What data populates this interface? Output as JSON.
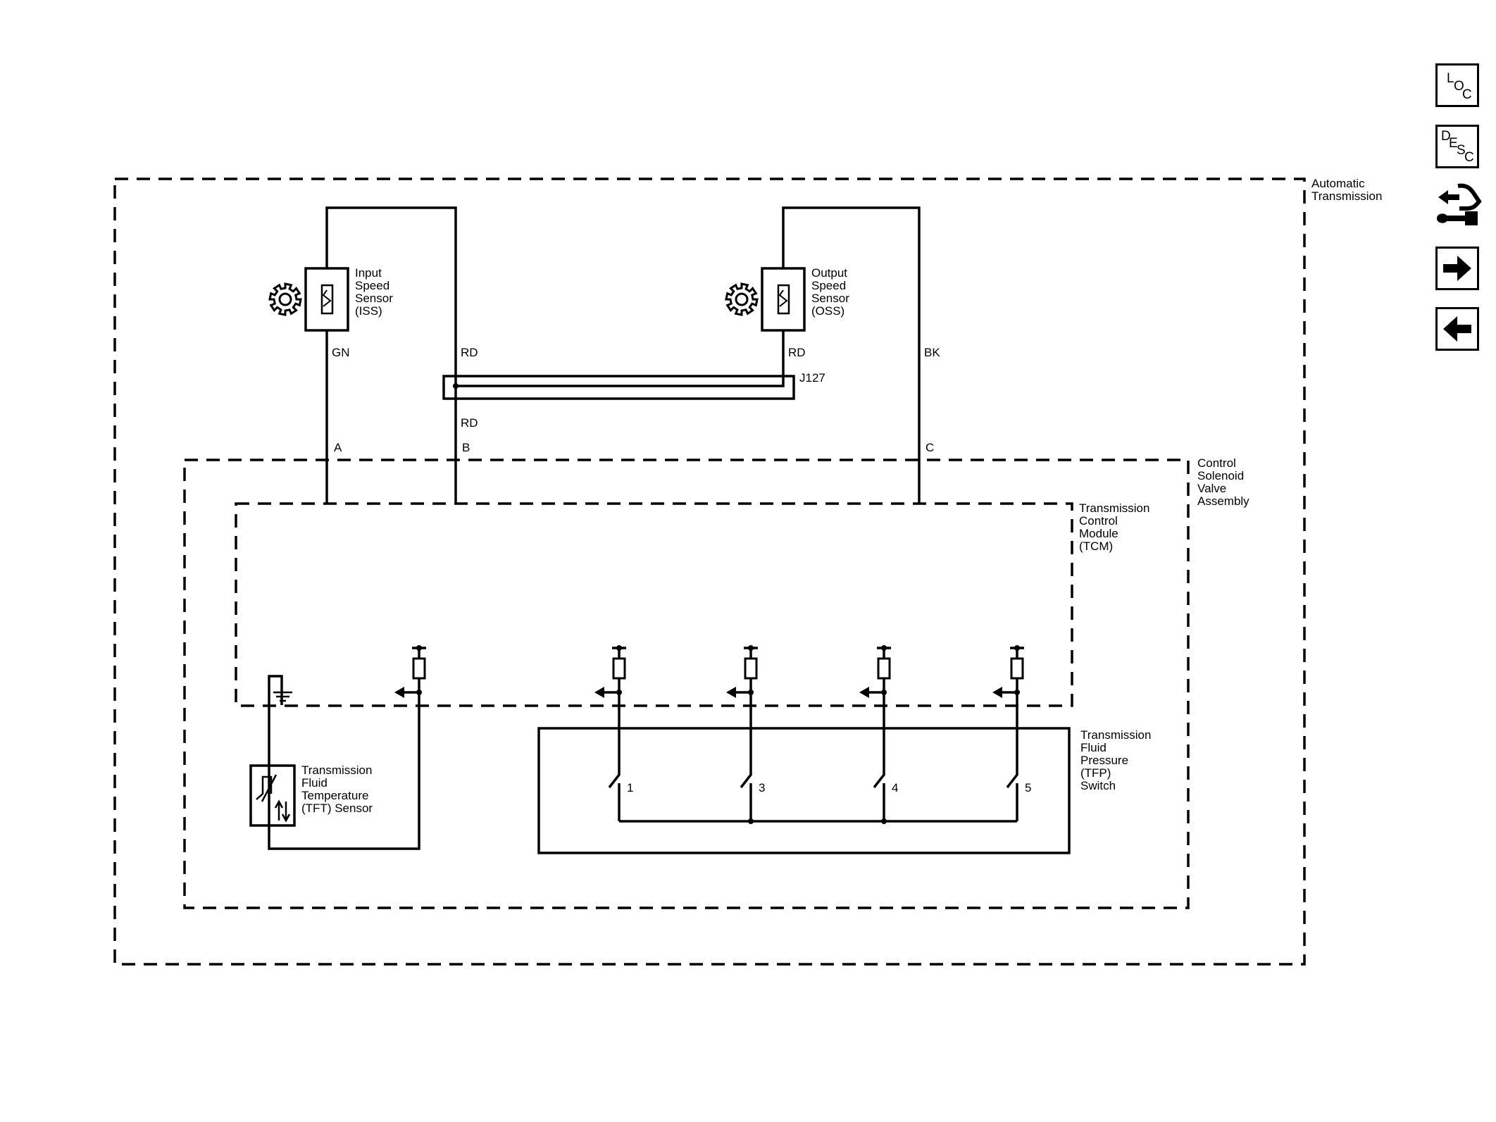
{
  "labels": {
    "automatic_transmission": [
      "Automatic",
      "Transmission"
    ],
    "control_solenoid": [
      "Control",
      "Solenoid",
      "Valve",
      "Assembly"
    ],
    "tcm": [
      "Transmission",
      "Control",
      "Module",
      "(TCM)"
    ],
    "iss": [
      "Input",
      "Speed",
      "Sensor",
      "(ISS)"
    ],
    "oss": [
      "Output",
      "Speed",
      "Sensor",
      "(OSS)"
    ],
    "tft": [
      "Transmission",
      "Fluid",
      "Temperature",
      "(TFT) Sensor"
    ],
    "tfp": [
      "Transmission",
      "Fluid",
      "Pressure",
      "(TFP)",
      "Switch"
    ]
  },
  "wires": {
    "gn": "GN",
    "rd_iss": "RD",
    "rd_oss": "RD",
    "rd_lower": "RD",
    "bk": "BK"
  },
  "splice": "J127",
  "pins": {
    "a": "A",
    "b": "B",
    "c": "C"
  },
  "switches": [
    "1",
    "3",
    "4",
    "5"
  ],
  "nav": {
    "loc": [
      "L",
      "O",
      "C"
    ],
    "desc": [
      "D",
      "E",
      "S",
      "C"
    ],
    "icons": [
      "loc-icon",
      "desc-icon",
      "connector-tool-icon",
      "arrow-right-icon",
      "arrow-left-icon"
    ]
  }
}
